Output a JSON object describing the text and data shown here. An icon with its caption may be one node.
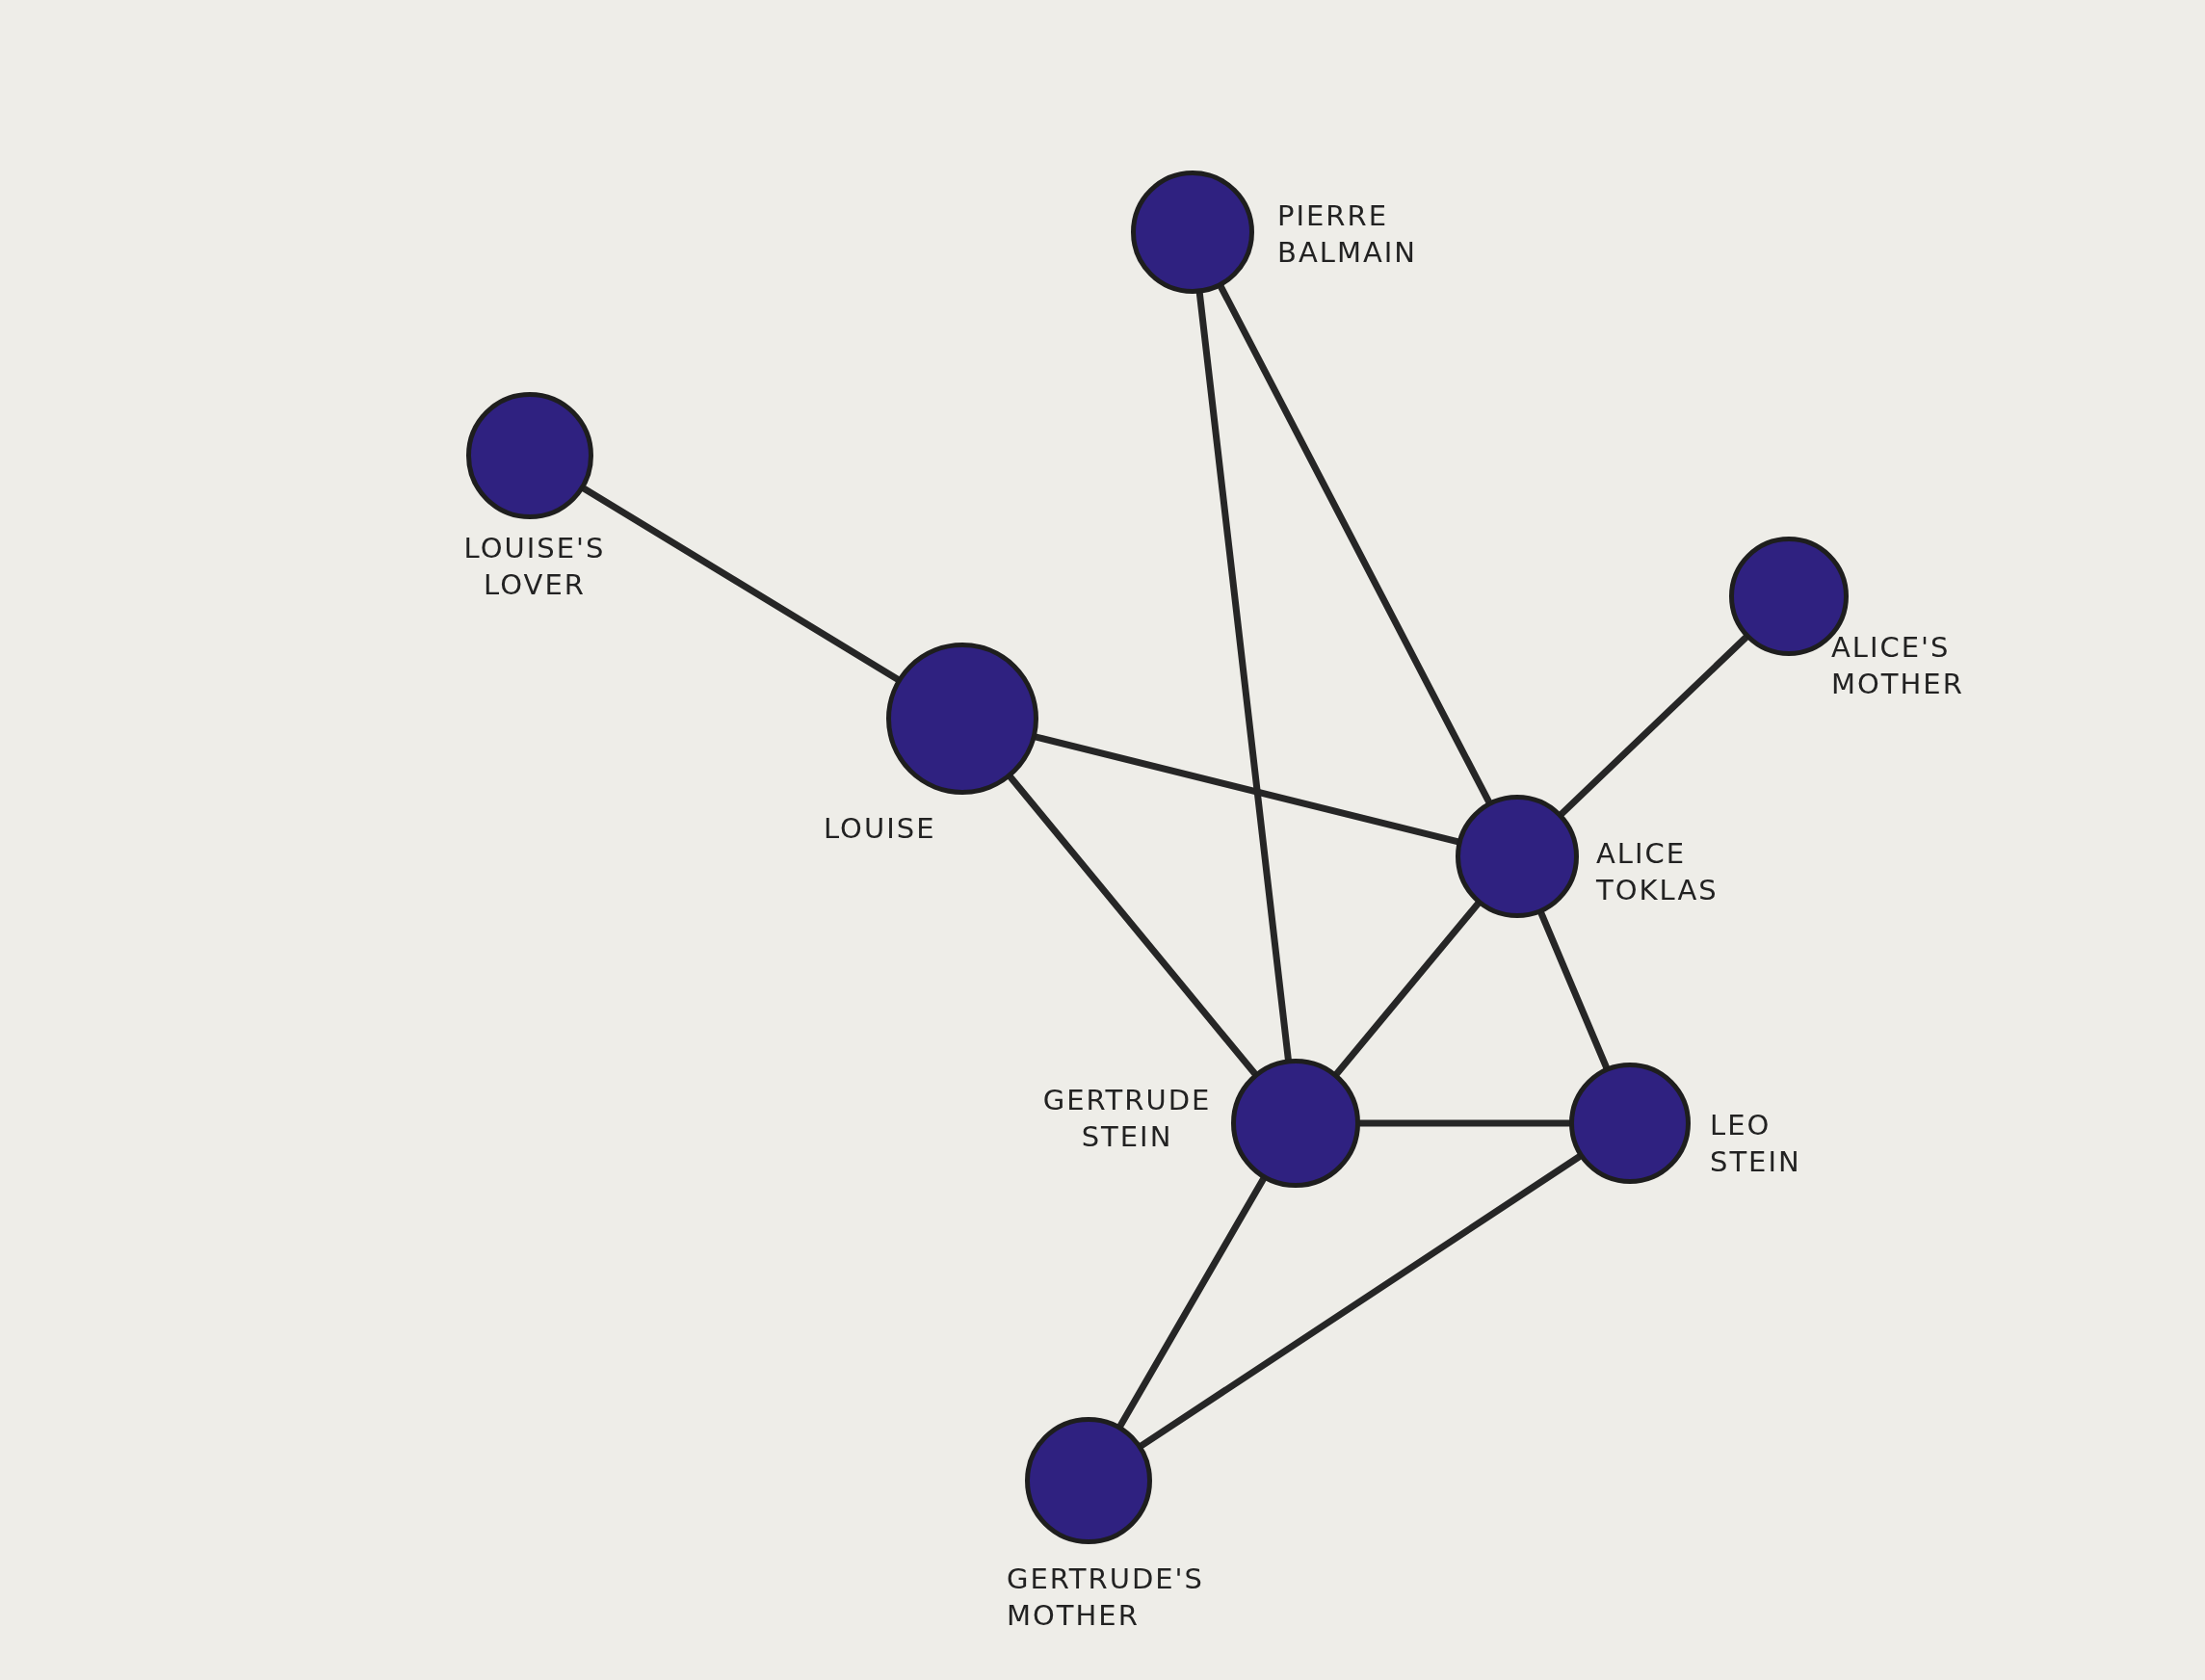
{
  "diagram": {
    "nodes": [
      {
        "text": [
          "PIERRE BALMAIN"
        ]
      },
      {
        "text": [
          "LOUISE'S LOVER"
        ]
      },
      {
        "text": [
          "ALICE'S MOTHER"
        ]
      },
      {
        "text": [
          "LOUISE"
        ]
      },
      {
        "text": [
          "ALICE TOKLAS"
        ]
      },
      {
        "text": [
          "GERTRUDE STEIN"
        ]
      },
      {
        "text": [
          "LEO STEIN"
        ]
      },
      {
        "text": [
          "GERTRUDE'S MOTHER"
        ]
      }
    ],
    "edges": [
      {
        "from": 0,
        "to": 5,
        "arrow": "none"
      },
      {
        "from": 0,
        "to": 4,
        "arrow": "none"
      },
      {
        "from": 1,
        "to": 3,
        "arrow": "none"
      },
      {
        "from": 3,
        "to": 4,
        "arrow": "none"
      },
      {
        "from": 3,
        "to": 5,
        "arrow": "none"
      },
      {
        "from": 2,
        "to": 4,
        "arrow": "none"
      },
      {
        "from": 4,
        "to": 5,
        "arrow": "none"
      },
      {
        "from": 4,
        "to": 6,
        "arrow": "none"
      },
      {
        "from": 5,
        "to": 6,
        "arrow": "none"
      },
      {
        "from": 5,
        "to": 7,
        "arrow": "none"
      },
      {
        "from": 6,
        "to": 7,
        "arrow": "none"
      }
    ]
  }
}
